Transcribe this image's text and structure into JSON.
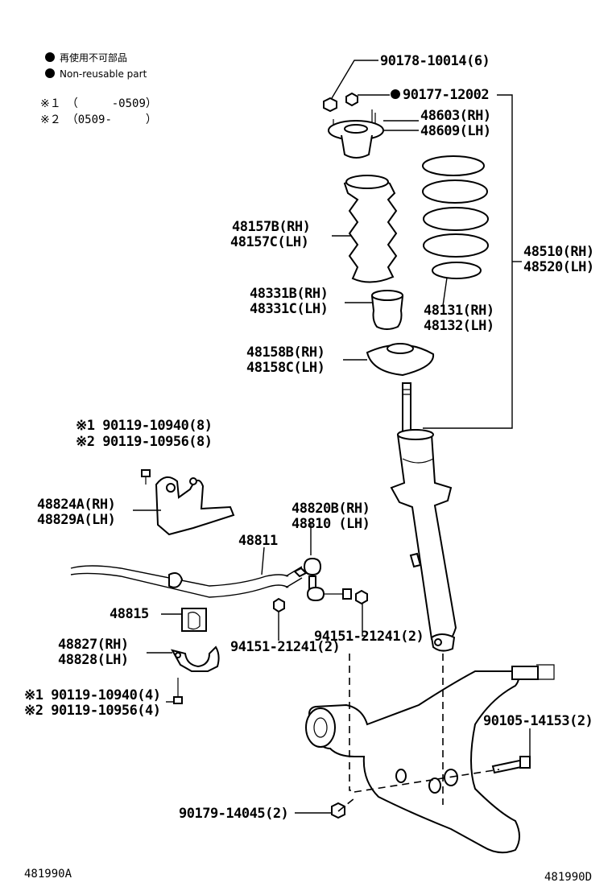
{
  "legend": {
    "jp_label": "再使用不可部品",
    "en_label": "Non-reusable part",
    "note1": "※１　（　　　-0509）",
    "note2": "※２　（0509-　　　）"
  },
  "labels": {
    "p90178": "90178-10014(6)",
    "p90177": "90177-12002",
    "p48603": "48603(RH)",
    "p48609": "48609(LH)",
    "p48157b": "48157B(RH)",
    "p48157c": "48157C(LH)",
    "p48510": "48510(RH)",
    "p48520": "48520(LH)",
    "p48331b": "48331B(RH)",
    "p48331c": "48331C(LH)",
    "p48131": "48131(RH)",
    "p48132": "48132(LH)",
    "p48158b": "48158B(RH)",
    "p48158c": "48158C(LH)",
    "p90119a1": "※1 90119-10940(8)",
    "p90119a2": "※2 90119-10956(8)",
    "p48824a": "48824A(RH)",
    "p48829a": "48829A(LH)",
    "p48820b": "48820B(RH)",
    "p48810": "48810  (LH)",
    "p48811": "48811",
    "p48815": "48815",
    "p94151a": "94151-21241(2)",
    "p94151b": "94151-21241(2)",
    "p48827": "48827(RH)",
    "p48828": "48828(LH)",
    "p90119b1": "※1 90119-10940(4)",
    "p90119b2": "※2 90119-10956(4)",
    "p90105": "90105-14153(2)",
    "p90179": "90179-14045(2)"
  },
  "footer": {
    "left": "481990A",
    "right": "481990D"
  }
}
